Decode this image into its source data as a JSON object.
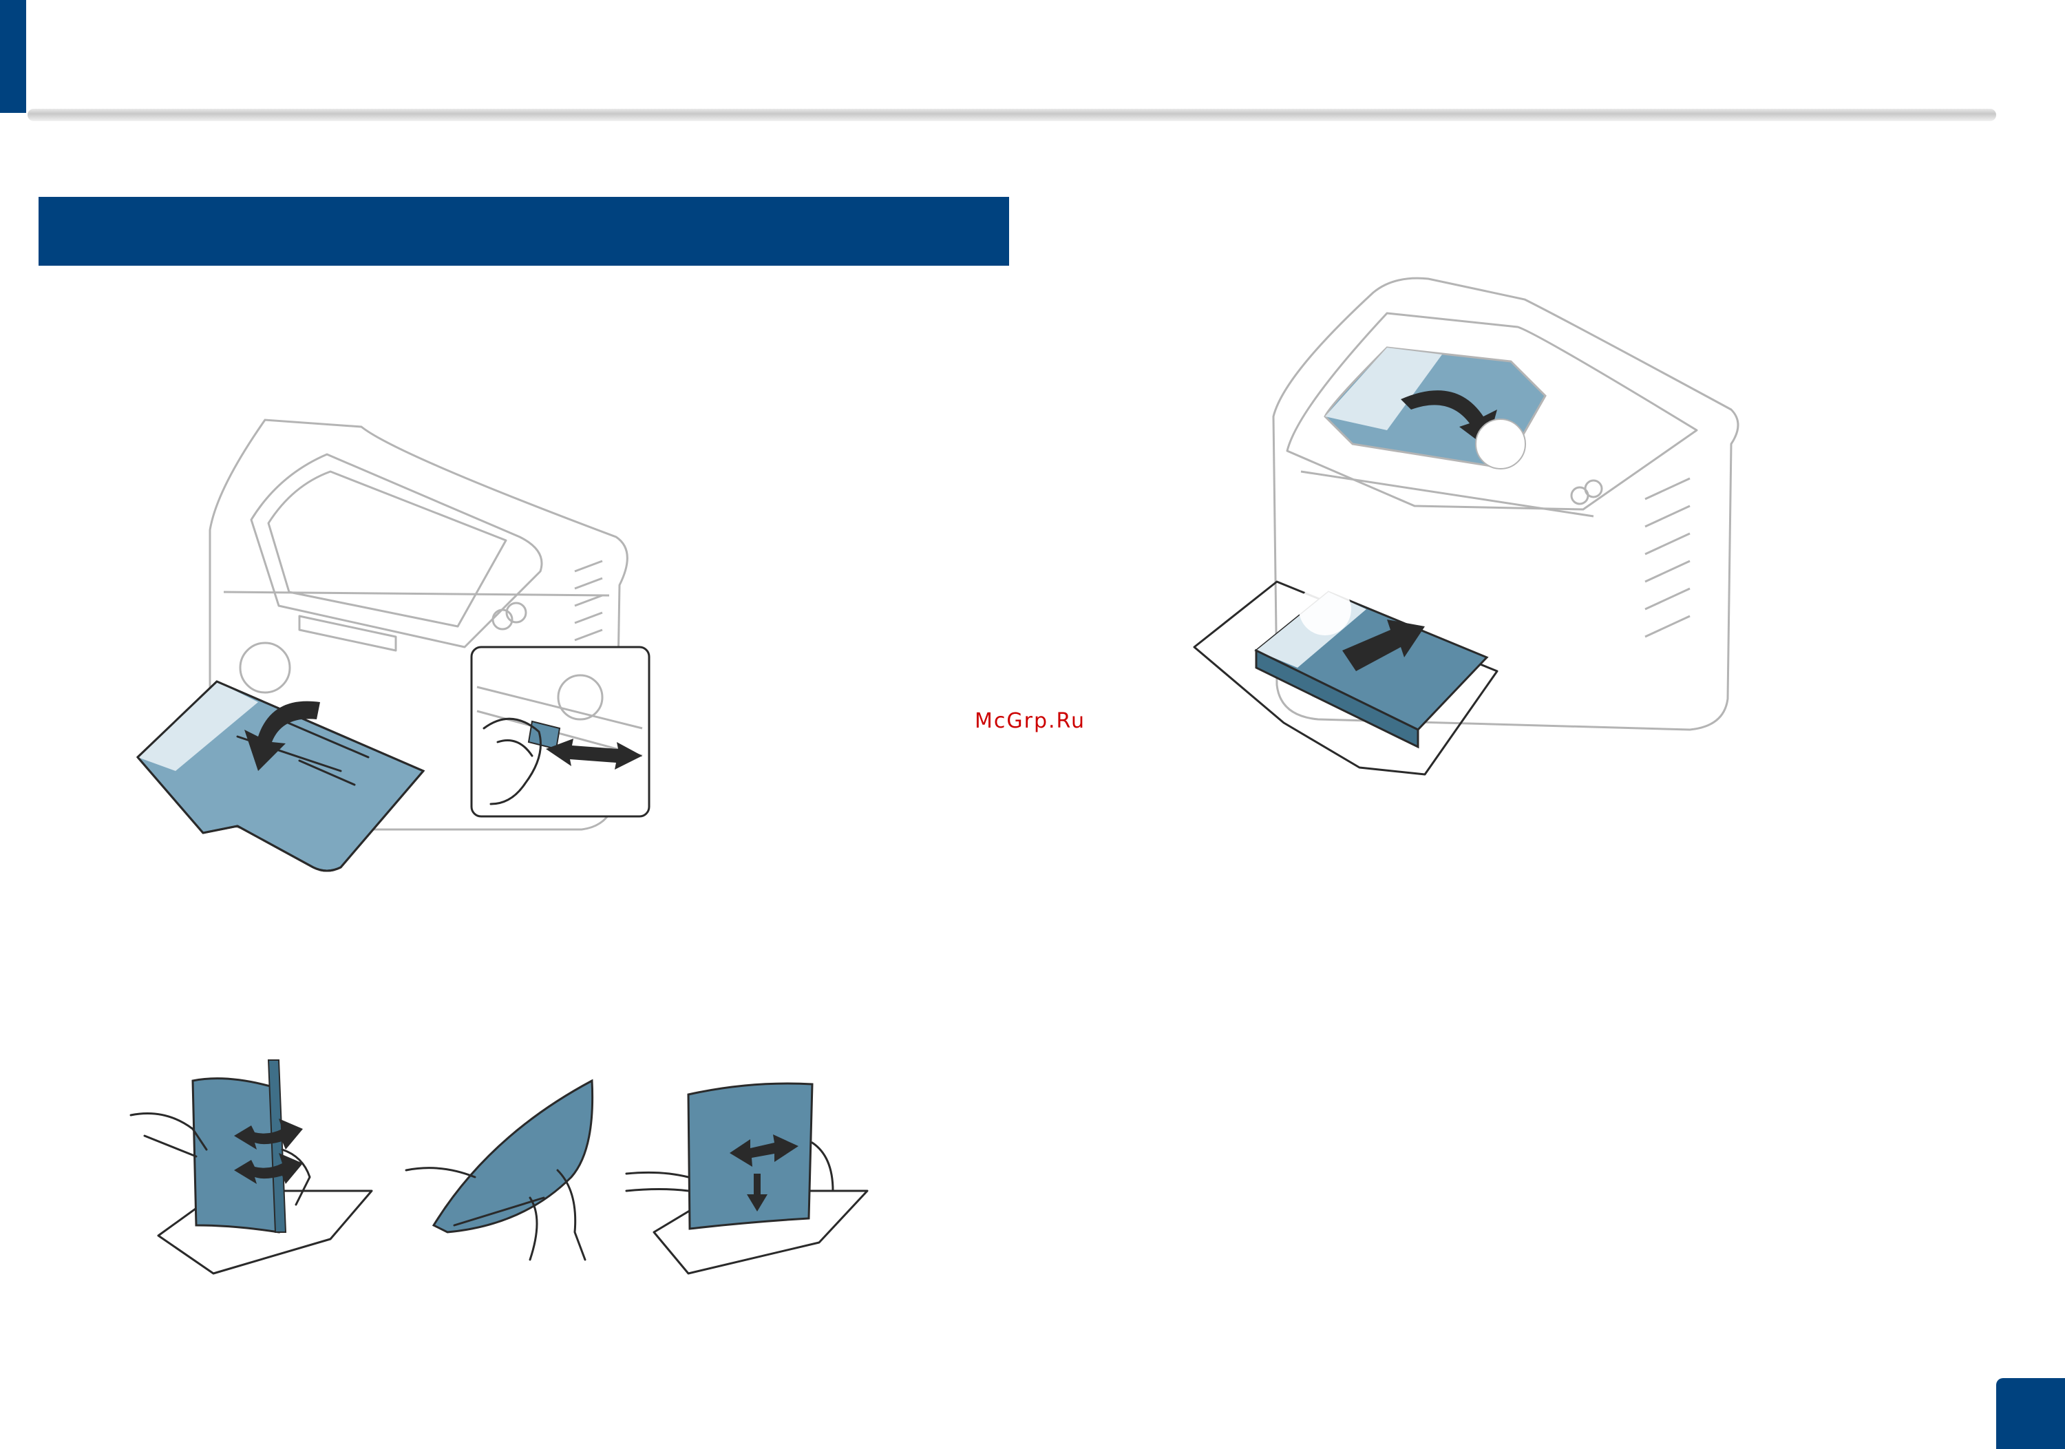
{
  "colors": {
    "brand": "#00427f",
    "paper_blue": "#5d8ca6",
    "watermark": "#cc0000"
  },
  "watermark": {
    "text": "McGrp.Ru"
  },
  "figures": {
    "tray_open": {
      "icon": "printer-tray-open-illustration",
      "arrow": "curved-arrow-down-icon"
    },
    "guide_inset": {
      "icon": "paper-guide-adjust-inset",
      "arrow": "double-arrow-icon"
    },
    "paper_loaded": {
      "icon": "printer-paper-loaded-illustration",
      "arrow": "insert-arrow-icon"
    },
    "fan_paper": {
      "icons": [
        "flex-paper-illustration",
        "fan-paper-illustration",
        "align-paper-illustration"
      ]
    }
  }
}
